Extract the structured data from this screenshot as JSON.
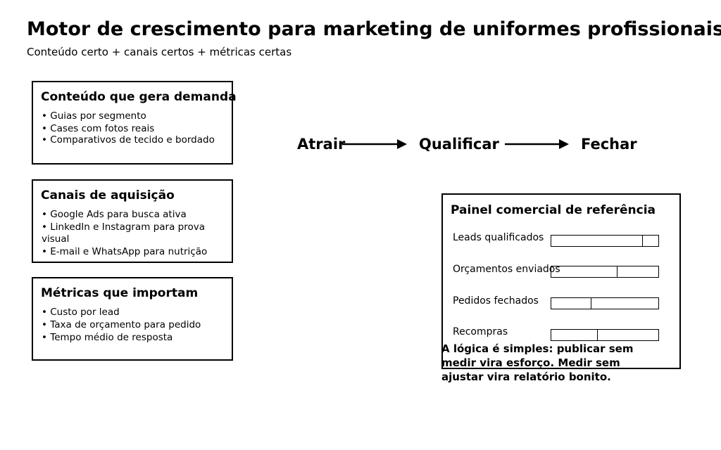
{
  "header": {
    "title": "Motor de crescimento para marketing de uniformes profissionais",
    "subtitle": "Conteúdo certo + canais certos + métricas certas"
  },
  "cards": [
    {
      "title": "Conteúdo que gera demanda",
      "items": [
        "• Guias por segmento",
        "• Cases com fotos reais",
        "• Comparativos de tecido e bordado"
      ]
    },
    {
      "title": "Canais de aquisição",
      "items": [
        "• Google Ads para busca ativa",
        "• LinkedIn e Instagram para prova visual",
        "• E-mail e WhatsApp para nutrição"
      ]
    },
    {
      "title": "Métricas que importam",
      "items": [
        "• Custo por lead",
        "• Taxa de orçamento para pedido",
        "• Tempo médio de resposta"
      ]
    }
  ],
  "flow": {
    "steps": [
      "Atrair",
      "Qualificar",
      "Fechar"
    ]
  },
  "panel": {
    "title": "Painel comercial de referência",
    "metrics": [
      {
        "label": "Leads qualificados",
        "level": 0.85
      },
      {
        "label": "Orçamentos enviados",
        "level": 0.61
      },
      {
        "label": "Pedidos fechados",
        "level": 0.37
      },
      {
        "label": "Recompras",
        "level": 0.43
      }
    ]
  },
  "note": "A lógica é simples: publicar sem medir vira esforço. Medir sem ajustar vira relatório bonito."
}
